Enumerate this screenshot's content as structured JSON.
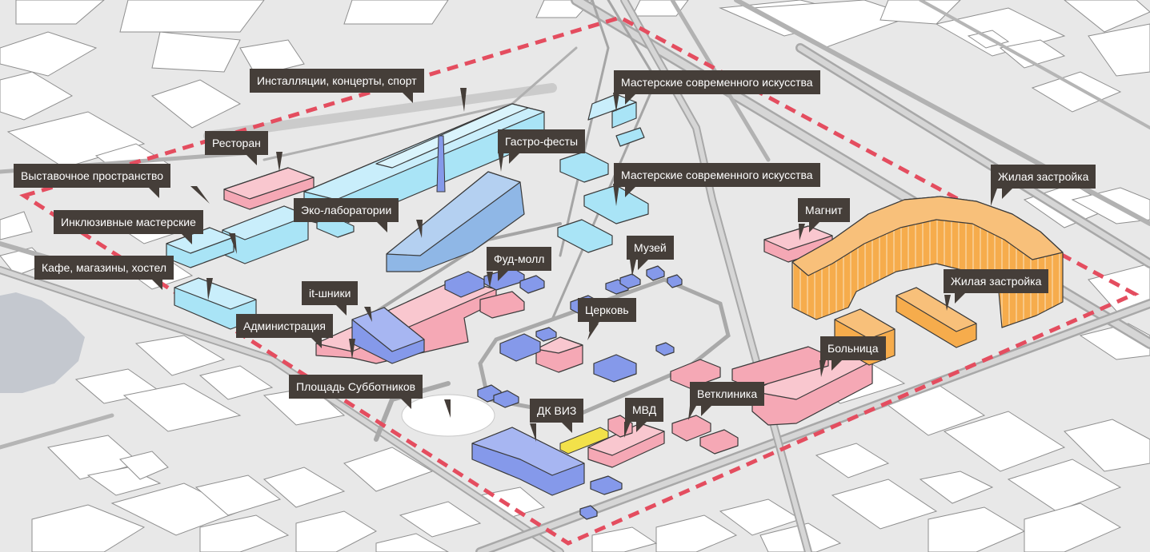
{
  "map": {
    "labels": [
      {
        "id": "concerts",
        "text": "Инсталляции, концерты, спорт"
      },
      {
        "id": "studios1",
        "text": "Мастерские современного искусства"
      },
      {
        "id": "restaurant",
        "text": "Ресторан"
      },
      {
        "id": "gastro",
        "text": "Гастро-фесты"
      },
      {
        "id": "exhibition",
        "text": "Выставочное пространство"
      },
      {
        "id": "studios2",
        "text": "Мастерские современного искусства"
      },
      {
        "id": "housing1",
        "text": "Жилая застройка"
      },
      {
        "id": "eco",
        "text": "Эко-лаборатории"
      },
      {
        "id": "inclusive",
        "text": "Инклюзивные мастерские"
      },
      {
        "id": "magnit",
        "text": "Магнит"
      },
      {
        "id": "museum",
        "text": "Музей"
      },
      {
        "id": "foodmall",
        "text": "Фуд-молл"
      },
      {
        "id": "cafe",
        "text": "Кафе, магазины, хостел"
      },
      {
        "id": "housing2",
        "text": "Жилая застройка"
      },
      {
        "id": "it",
        "text": "it-шники"
      },
      {
        "id": "church",
        "text": "Церковь"
      },
      {
        "id": "admin",
        "text": "Администрация"
      },
      {
        "id": "hospital",
        "text": "Больница"
      },
      {
        "id": "square",
        "text": "Площадь Субботников"
      },
      {
        "id": "vetclinic",
        "text": "Ветклиника"
      },
      {
        "id": "dk",
        "text": "ДК ВИЗ"
      },
      {
        "id": "mvd",
        "text": "МВД"
      }
    ]
  },
  "colors": {
    "background": "#e8e8e8",
    "building_outline": "#ffffff",
    "road": "#9a9a9a",
    "boundary": "#e44d5f",
    "culture_blue": "#a9e4f6",
    "public_pink": "#f5a8b5",
    "civic_violet": "#8599ea",
    "housing_orange": "#f6ac4c",
    "label_bg": "#453e39"
  }
}
